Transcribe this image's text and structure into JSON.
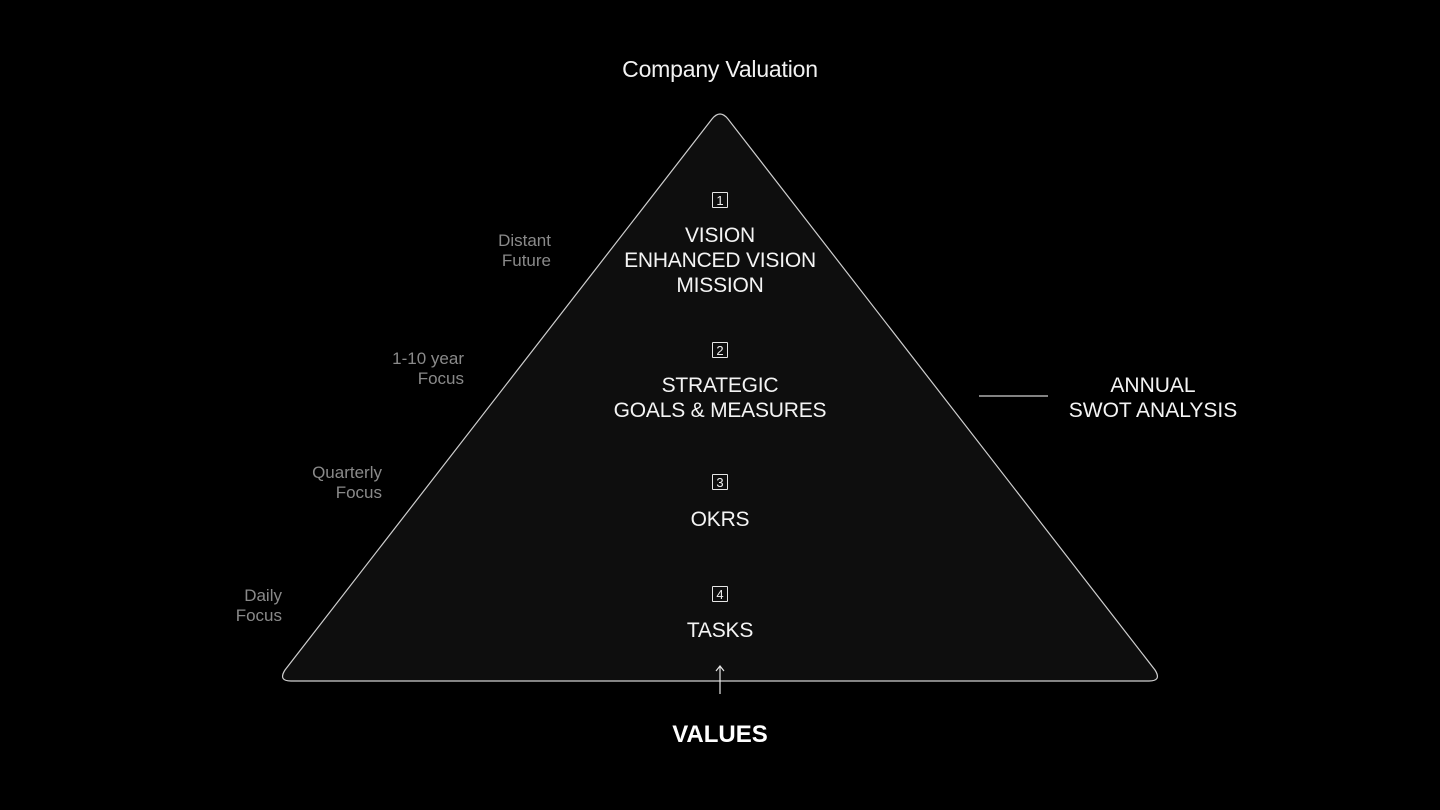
{
  "title": "Company Valuation",
  "tiers": [
    {
      "number": "1",
      "lines": [
        "VISION",
        "ENHANCED VISION",
        "MISSION"
      ]
    },
    {
      "number": "2",
      "lines": [
        "STRATEGIC",
        "GOALS & MEASURES"
      ]
    },
    {
      "number": "3",
      "lines": [
        "OKRS"
      ]
    },
    {
      "number": "4",
      "lines": [
        "TASKS"
      ]
    }
  ],
  "focus_labels": [
    [
      "Distant",
      "Future"
    ],
    [
      "1-10 year",
      "Focus"
    ],
    [
      "Quarterly",
      "Focus"
    ],
    [
      "Daily",
      "Focus"
    ]
  ],
  "annual": [
    "ANNUAL",
    "SWOT ANALYSIS"
  ],
  "base_label": "VALUES",
  "colors": {
    "background": "#000000",
    "pyramid_fill": "#0e0e0e",
    "outline": "#cfcfcf",
    "muted_text": "#8a8a8a"
  }
}
